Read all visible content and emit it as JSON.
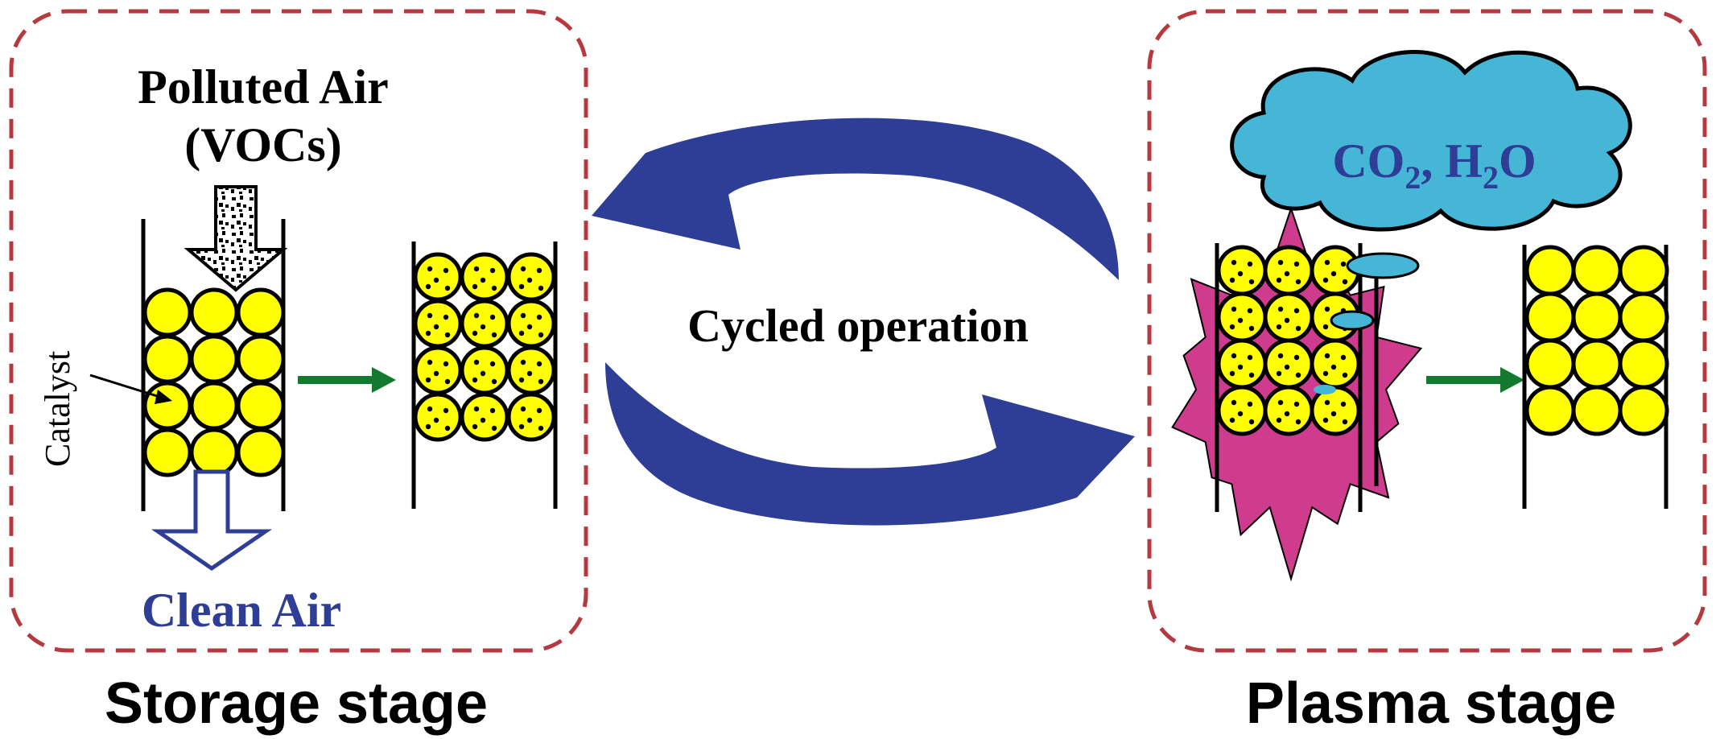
{
  "storage_panel": {
    "polluted_air_line1": "Polluted Air",
    "polluted_air_line2": "(VOCs)",
    "catalyst_label": "Catalyst",
    "clean_air_label": "Clean Air",
    "stage_caption": "Storage stage"
  },
  "cycle": {
    "label": "Cycled operation"
  },
  "plasma_panel": {
    "products_prefix_co": "CO",
    "products_sub_1": "2",
    "products_mid": ", H",
    "products_sub_2": "O",
    "products_subscript": "2",
    "stage_caption": "Plasma stage"
  },
  "colors": {
    "dashed_border": "#b5393e",
    "catalyst_bead": "#ffff00",
    "flow_arrow": "#117a2f",
    "cycle_arrow": "#2e3d96",
    "cloud": "#45b6d6",
    "cloud_text": "#2e3d96",
    "plasma_burst": "#cf3c8e",
    "clean_air_text": "#2e3d96"
  },
  "icons": [
    "polluted-air-arrow-icon",
    "clean-air-arrow-icon",
    "cycle-arrow-icon",
    "plasma-burst-icon",
    "cloud-icon"
  ]
}
